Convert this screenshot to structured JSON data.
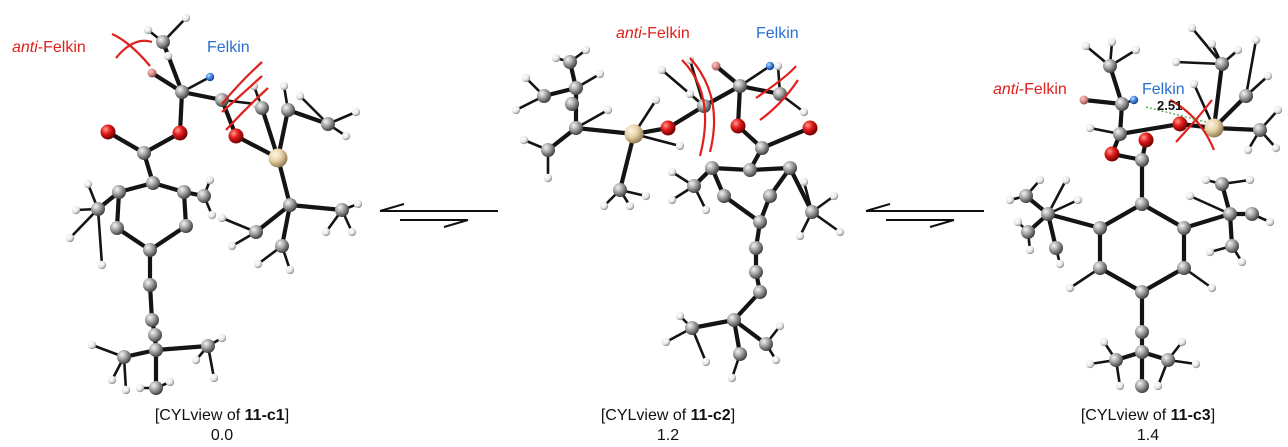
{
  "structures": [
    {
      "id": "11-c1",
      "label_anti": "anti",
      "label_anti_suffix": "-Felkin",
      "label_felkin": "Felkin",
      "caption_prefix": "[CYLview of ",
      "caption_bold": "11-c1",
      "caption_suffix": "]",
      "energy": "0.0"
    },
    {
      "id": "11-c2",
      "label_anti": "anti",
      "label_anti_suffix": "-Felkin",
      "label_felkin": "Felkin",
      "caption_prefix": "[CYLview of ",
      "caption_bold": "11-c2",
      "caption_suffix": "]",
      "energy": "1.2"
    },
    {
      "id": "11-c3",
      "label_anti": "anti",
      "label_anti_suffix": "-Felkin",
      "label_felkin": "Felkin",
      "caption_prefix": "[CYLview of ",
      "caption_bold": "11-c3",
      "caption_suffix": "]",
      "energy": "1.4",
      "distance": "2.51"
    }
  ],
  "colors": {
    "anti_felkin": "#e0201c",
    "felkin": "#2a6fcf",
    "carbon": "#9a9a9a",
    "oxygen": "#e21a1a",
    "silicon": "#e6d2a6",
    "hydrogen": "#f2f2f2",
    "bond": "#141414"
  }
}
